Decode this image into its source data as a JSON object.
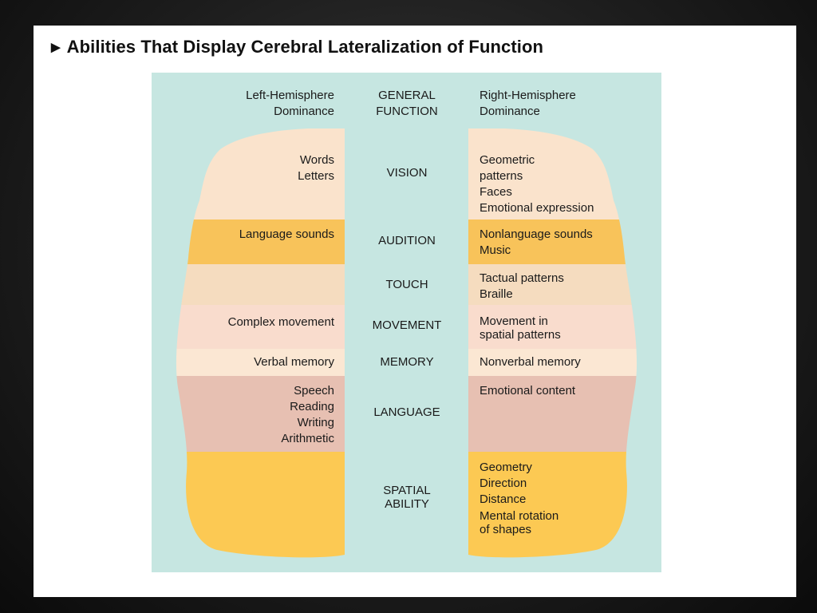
{
  "title": "Abilities That Display Cerebral Lateralization of Function",
  "headers": {
    "left": [
      "Left-Hemisphere",
      "Dominance"
    ],
    "center": [
      "GENERAL",
      "FUNCTION"
    ],
    "right": [
      "Right-Hemisphere",
      "Dominance"
    ]
  },
  "rows": [
    {
      "function": [
        "VISION"
      ],
      "left": [
        "Words",
        "Letters"
      ],
      "right": [
        "Geometric",
        "patterns",
        "Faces",
        "Emotional expression"
      ],
      "color": "#fae3cc"
    },
    {
      "function": [
        "AUDITION"
      ],
      "left": [
        "Language sounds"
      ],
      "right": [
        "Nonlanguage sounds",
        "Music"
      ],
      "color": "#f8c35a"
    },
    {
      "function": [
        "TOUCH"
      ],
      "left": [],
      "right": [
        "Tactual patterns",
        "Braille"
      ],
      "color": "#f5dcbf"
    },
    {
      "function": [
        "MOVEMENT"
      ],
      "left": [
        "Complex movement"
      ],
      "right": [
        "Movement in",
        "spatial patterns"
      ],
      "color": "#f9dccd"
    },
    {
      "function": [
        "MEMORY"
      ],
      "left": [
        "Verbal memory"
      ],
      "right": [
        "Nonverbal memory"
      ],
      "color": "#fbe7d3"
    },
    {
      "function": [
        "LANGUAGE"
      ],
      "left": [
        "Speech",
        "Reading",
        "Writing",
        "Arithmetic"
      ],
      "right": [
        "Emotional content"
      ],
      "color": "#e7c0b2"
    },
    {
      "function": [
        "SPATIAL",
        "ABILITY"
      ],
      "left": [],
      "right": [
        "Geometry",
        "Direction",
        "Distance",
        "Mental rotation",
        "of shapes"
      ],
      "color": "#fcc953"
    }
  ]
}
